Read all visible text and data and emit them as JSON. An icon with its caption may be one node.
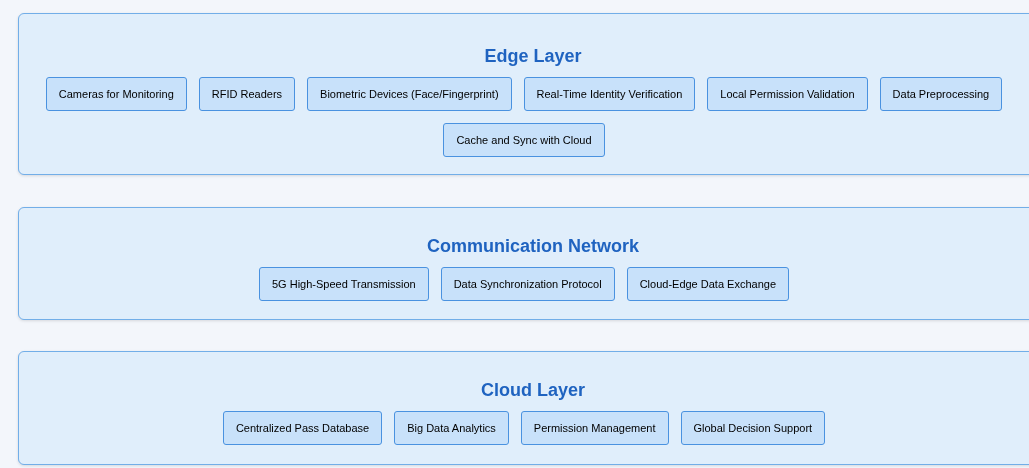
{
  "diagram": {
    "nodes": [
      {
        "text": [
          "Edge Layer"
        ]
      },
      {
        "text": [
          "Cameras for Monitoring"
        ],
        "in": 0
      },
      {
        "text": [
          "RFID Readers"
        ],
        "in": 0
      },
      {
        "text": [
          "Biometric Devices (Face/Fingerprint)"
        ],
        "in": 0
      },
      {
        "text": [
          "Real-Time Identity Verification"
        ],
        "in": 0
      },
      {
        "text": [
          "Local Permission Validation"
        ],
        "in": 0
      },
      {
        "text": [
          "Data Preprocessing"
        ],
        "in": 0
      },
      {
        "text": [
          "Cache and Sync with Cloud"
        ],
        "in": 0
      },
      {
        "text": [
          "Communication Network"
        ]
      },
      {
        "text": [
          "5G High-Speed Transmission"
        ],
        "in": 8
      },
      {
        "text": [
          "Data Synchronization Protocol"
        ],
        "in": 8
      },
      {
        "text": [
          "Cloud-Edge Data Exchange"
        ],
        "in": 8
      },
      {
        "text": [
          "Cloud Layer"
        ]
      },
      {
        "text": [
          "Centralized Pass Database"
        ],
        "in": 12
      },
      {
        "text": [
          "Big Data Analytics"
        ],
        "in": 12
      },
      {
        "text": [
          "Permission Management"
        ],
        "in": 12
      },
      {
        "text": [
          "Global Decision Support"
        ],
        "in": 12
      }
    ],
    "edges": []
  }
}
